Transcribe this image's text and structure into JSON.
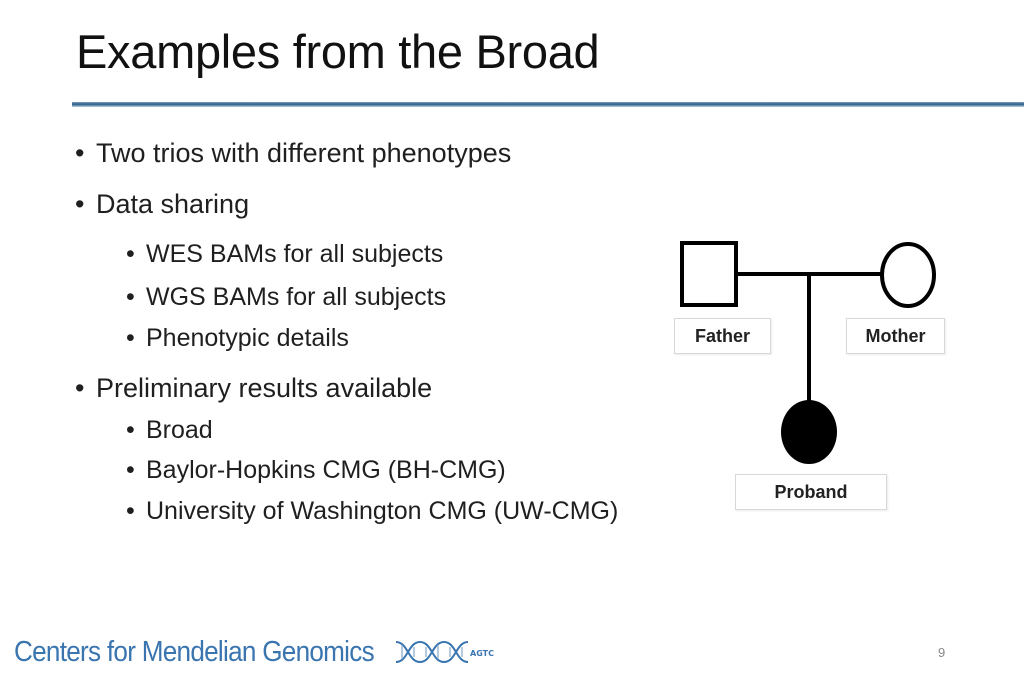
{
  "slide": {
    "title": "Examples from the Broad",
    "page_number": "9"
  },
  "bullets": {
    "b1": "Two trios with different phenotypes",
    "b2": "Data sharing",
    "b2_sub": [
      "WES BAMs for all subjects",
      "WGS BAMs for all subjects",
      "Phenotypic details"
    ],
    "b3": "Preliminary results available",
    "b3_sub": [
      "Broad",
      "Baylor-Hopkins CMG (BH-CMG)",
      "University of Washington CMG (UW-CMG)"
    ]
  },
  "pedigree": {
    "father_label": "Father",
    "mother_label": "Mother",
    "proband_label": "Proband"
  },
  "footer": {
    "logo_text": "Centers for Mendelian Genomics",
    "logo_glyph_text": "AGTC",
    "logo_color": "#3a75b0"
  }
}
